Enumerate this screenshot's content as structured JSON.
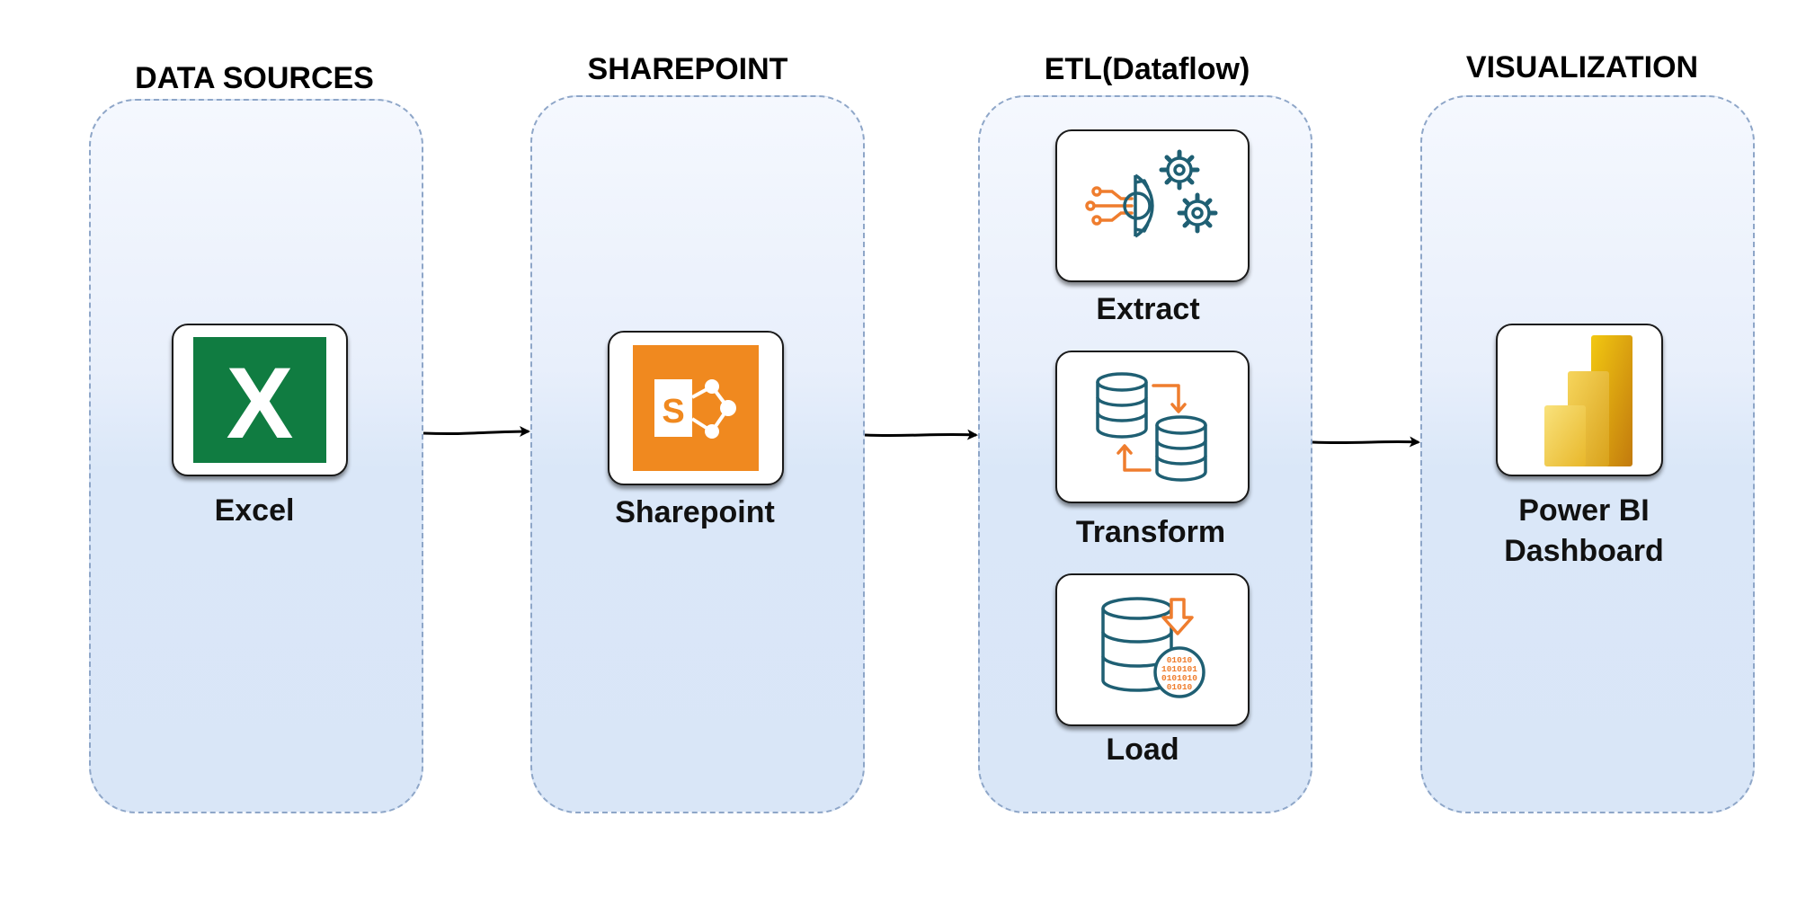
{
  "stages": [
    {
      "title": "DATA SOURCES"
    },
    {
      "title": "SHAREPOINT"
    },
    {
      "title": "ETL(Dataflow)"
    },
    {
      "title": "VISUALIZATION"
    }
  ],
  "nodes": {
    "excel": {
      "label": "Excel",
      "icon": "excel-icon",
      "letter": "X",
      "color": "#107c41"
    },
    "sharepoint": {
      "label": "Sharepoint",
      "icon": "sharepoint-icon",
      "letter": "S",
      "color": "#f0891f"
    },
    "extract": {
      "label": "Extract",
      "icon": "gears-icon"
    },
    "transform": {
      "label": "Transform",
      "icon": "database-transform-icon"
    },
    "load": {
      "label": "Load",
      "icon": "database-load-icon",
      "bits": [
        "01010",
        "1010101",
        "0101010",
        "01010"
      ]
    },
    "powerbi": {
      "label_line1": "Power BI",
      "label_line2": "Dashboard",
      "icon": "power-bi-icon"
    }
  },
  "colors": {
    "accent_orange": "#ef7d2e",
    "accent_teal": "#1f5f73",
    "lane_border": "#8ea6c8"
  }
}
